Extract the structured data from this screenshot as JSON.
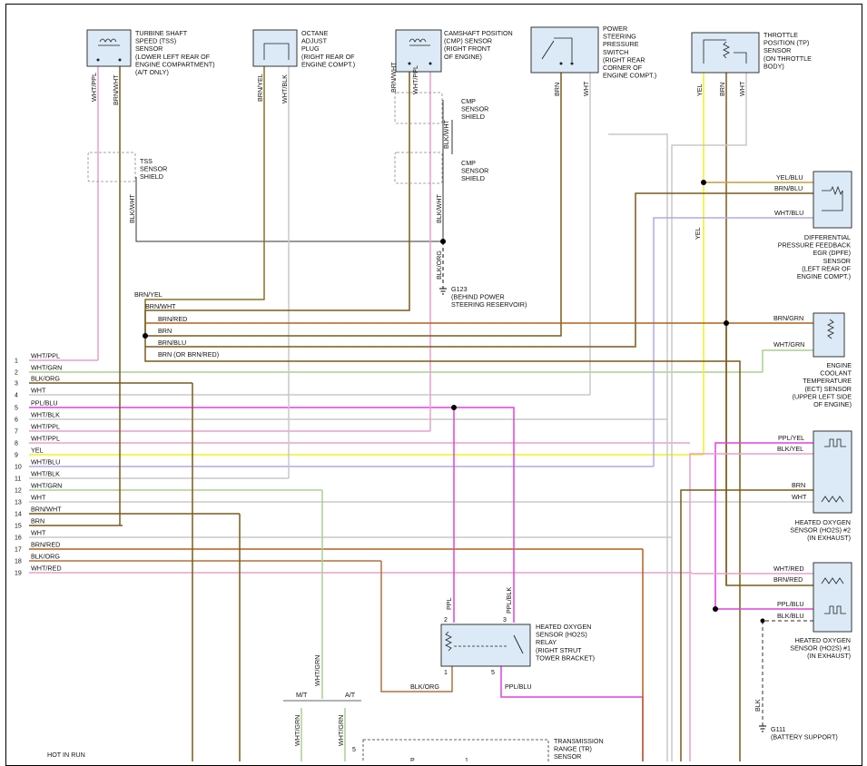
{
  "components": {
    "tss": [
      "TURBINE SHAFT",
      "SPEED (TSS)",
      "SENSOR",
      "(LOWER LEFT REAR OF",
      "ENGINE COMPARTMENT)",
      "(A/T ONLY)"
    ],
    "octane": [
      "OCTANE",
      "ADJUST",
      "PLUG",
      "(RIGHT REAR OF",
      "ENGINE COMPT.)"
    ],
    "cmp": [
      "CAMSHAFT POSITION",
      "(CMP) SENSOR",
      "(RIGHT FRONT",
      "OF ENGINE)"
    ],
    "ps": [
      "POWER",
      "STEERING",
      "PRESSURE",
      "SWITCH",
      "(RIGHT REAR",
      "CORNER OF",
      "ENGINE COMPT.)"
    ],
    "tp": [
      "THROTTLE",
      "POSITION (TP)",
      "SENSOR",
      "(ON THROTTLE",
      "BODY)"
    ],
    "dpfe": [
      "DIFFERENTIAL",
      "PRESSURE FEEDBACK",
      "EGR (DPFE)",
      "SENSOR",
      "(LEFT REAR OF",
      "ENGINE COMPT.)"
    ],
    "ect": [
      "ENGINE",
      "COOLANT",
      "TEMPERATURE",
      "(ECT) SENSOR",
      "(UPPER LEFT SIDE",
      "OF ENGINE)"
    ],
    "ho2s2": [
      "HEATED OXYGEN",
      "SENSOR (HO2S) #2",
      "(IN EXHAUST)"
    ],
    "ho2s1": [
      "HEATED OXYGEN",
      "SENSOR (HO2S) #1",
      "(IN EXHAUST)"
    ],
    "relay": [
      "HEATED OXYGEN",
      "SENSOR (HO2S)",
      "RELAY",
      "(RIGHT STRUT",
      "TOWER BRACKET)"
    ],
    "tr": [
      "TRANSMISSION",
      "RANGE (TR)",
      "SENSOR"
    ],
    "tss_shield": [
      "TSS",
      "SENSOR",
      "SHIELD"
    ],
    "cmp_shield1": [
      "CMP",
      "SENSOR",
      "SHIELD"
    ],
    "cmp_shield2": [
      "CMP",
      "SENSOR",
      "SHIELD"
    ]
  },
  "grounds": {
    "g123": [
      "G123",
      "(BEHIND POWER",
      "STEERING RESERVOIR)"
    ],
    "g111": [
      "G111",
      "(BATTERY SUPPORT)"
    ]
  },
  "pin_rows": [
    {
      "num": "1",
      "label": "WHT/PPL"
    },
    {
      "num": "2",
      "label": "WHT/GRN"
    },
    {
      "num": "3",
      "label": "BLK/ORG"
    },
    {
      "num": "4",
      "label": "WHT"
    },
    {
      "num": "5",
      "label": "PPL/BLU"
    },
    {
      "num": "6",
      "label": "WHT/BLK"
    },
    {
      "num": "7",
      "label": "WHT/PPL"
    },
    {
      "num": "8",
      "label": "WHT/PPL"
    },
    {
      "num": "9",
      "label": "YEL"
    },
    {
      "num": "10",
      "label": "WHT/BLU"
    },
    {
      "num": "11",
      "label": "WHT/BLK"
    },
    {
      "num": "12",
      "label": "WHT/GRN"
    },
    {
      "num": "13",
      "label": "WHT"
    },
    {
      "num": "14",
      "label": "BRN/WHT"
    },
    {
      "num": "15",
      "label": "BRN"
    },
    {
      "num": "16",
      "label": "WHT"
    },
    {
      "num": "17",
      "label": "BRN/RED"
    },
    {
      "num": "18",
      "label": "BLK/ORG"
    },
    {
      "num": "19",
      "label": "WHT/RED"
    }
  ],
  "wire_labels": {
    "tss_a": "WHT/PPL",
    "tss_b": "BRN/WHT",
    "tss_shield": "BLK/WHT",
    "oct_a": "BRN/YEL",
    "oct_b": "WHT/BLK",
    "cmp_a": "BRN/WHT",
    "cmp_b": "WHT/PPL",
    "cmp_mid": "BLK/WHT",
    "cmp_sh": "BLK/WHT",
    "cmp_g": "BLK/ORG",
    "ps_a": "BRN",
    "ps_b": "WHT",
    "tp_a": "YEL",
    "tp_b": "BRN",
    "tp_c": "WHT",
    "tp_yel2": "YEL",
    "dpfe_a": "YEL/BLU",
    "dpfe_b": "BRN/BLU",
    "dpfe_c": "WHT/BLU",
    "ect_a": "BRN/GRN",
    "ect_b": "WHT/GRN",
    "h2_a": "PPL/YEL",
    "h2_b": "BLK/YEL",
    "h2_c": "BRN",
    "h2_d": "WHT",
    "h1_a": "WHT/RED",
    "h1_b": "BRN/RED",
    "h1_c": "PPL/BLU",
    "h1_d": "BLK/BLU",
    "splice1": "BRN/YEL",
    "splice2": "BRN/WHT",
    "splice3": "BRN/RED",
    "splice4": "BRN",
    "splice5": "BRN/BLU",
    "splice6": "BRN (OR BRN/RED)",
    "rl_ppl": "PPL",
    "rl_pplblk": "PPL/BLK",
    "rl_blkorg": "BLK/ORG",
    "rl_pplblu": "PPL/BLU",
    "g111": "BLK",
    "mt": "M/T",
    "at": "A/T",
    "wg1": "WHT/GRN",
    "wg2": "WHT/GRN",
    "wg3": "WHT/GRN"
  },
  "relay_pins": [
    "2",
    "3",
    "1",
    "5"
  ],
  "tr_pins": [
    "5",
    "P",
    "1"
  ],
  "footer": "HOT IN RUN",
  "colors": {
    "ppl": "#e040e0",
    "yel": "#f3ef22",
    "brn": "#7a5a1a",
    "pink": "#e9a0c8",
    "wht": "#c8c8c8",
    "grn": "#a8d090",
    "lav": "#b4a8e6",
    "brnred": "#b0601a",
    "orng": "#c07028"
  }
}
